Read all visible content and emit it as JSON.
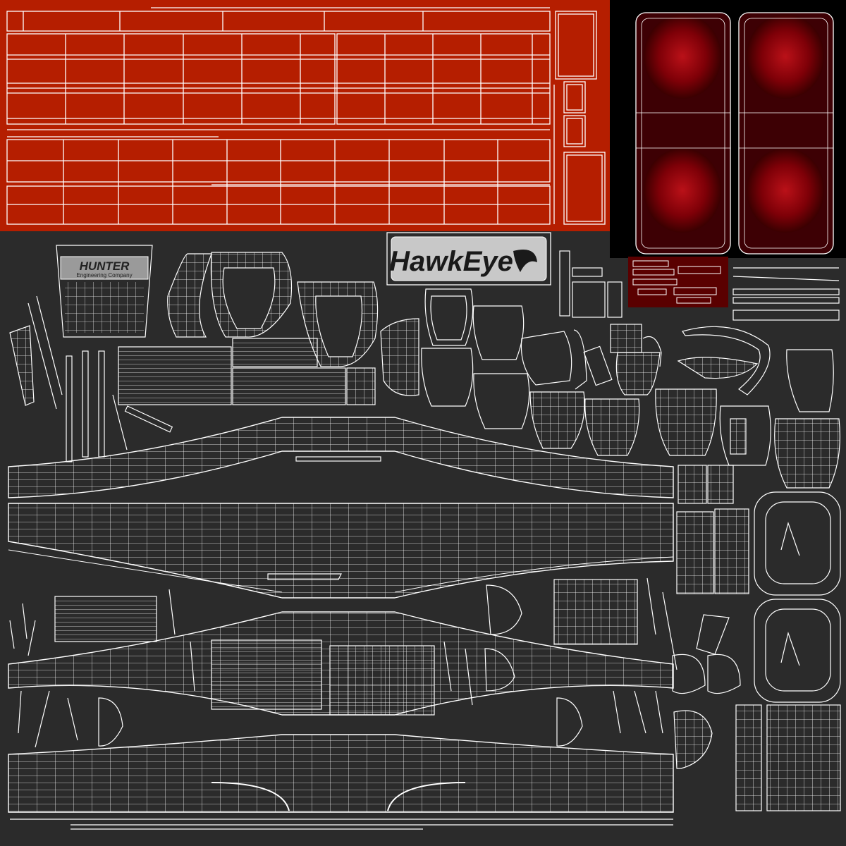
{
  "image": {
    "kind": "uv-texture-wireframe-layout",
    "background_color": "#2b2b2b",
    "wire_color": "#ffffff",
    "panel_red": "#b51e00",
    "panel_black": "#000000",
    "lamp_red": "#7a0006",
    "small_red_panel": "#5a0000"
  },
  "logos": {
    "hunter": {
      "line1": "HUNTER",
      "line2": "Engineering Company"
    },
    "hawkeye": {
      "text": "HawkEye"
    }
  },
  "legend": {}
}
